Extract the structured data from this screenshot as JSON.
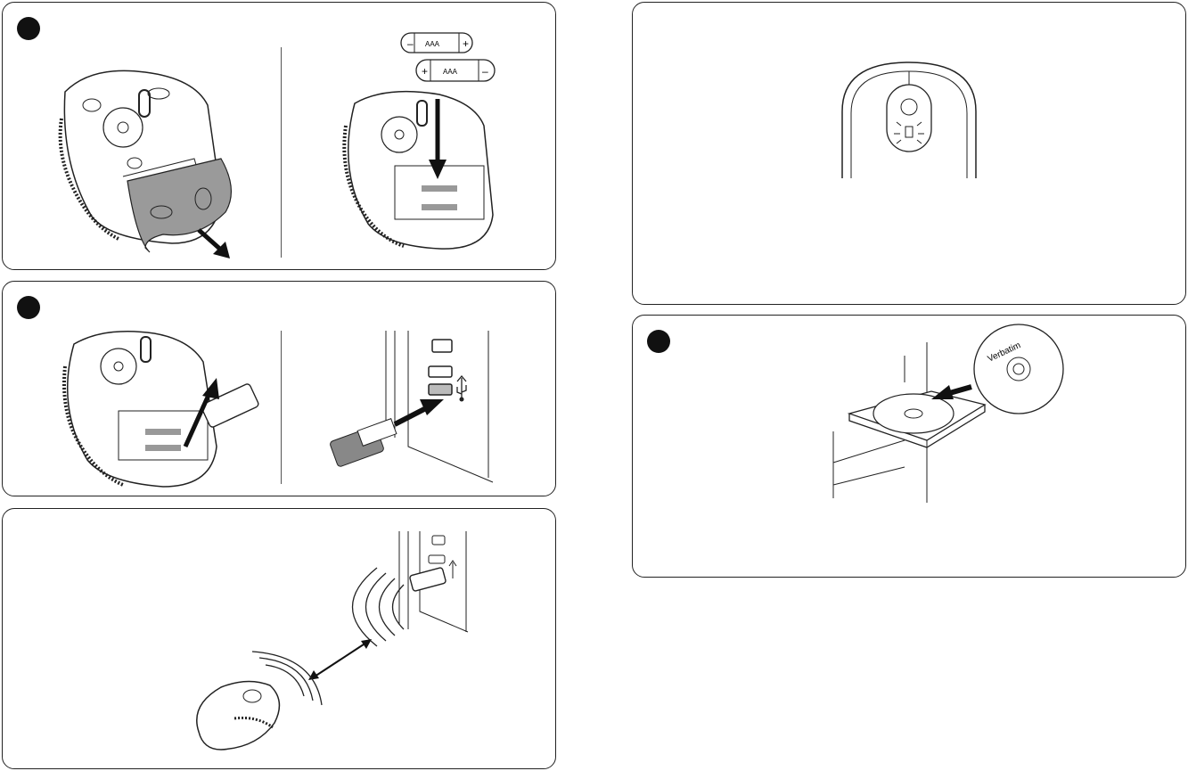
{
  "batteries": {
    "label_1": "AAA",
    "label_2": "AAA",
    "plus": "+",
    "minus": "–"
  },
  "cd": {
    "brand": "Verbatim"
  }
}
